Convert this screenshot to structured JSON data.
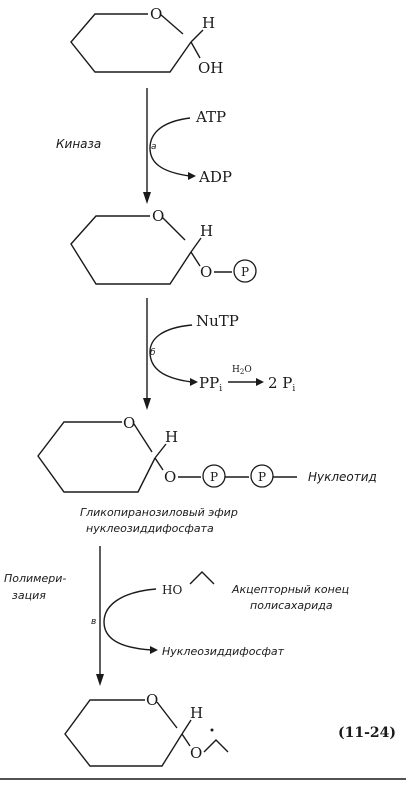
{
  "structure1": {
    "ring_o": "O",
    "h": "H",
    "oh": "OH"
  },
  "step_a": {
    "enzyme": "Киназа",
    "letter": "а",
    "input": "ATP",
    "output": "ADP"
  },
  "structure2": {
    "ring_o": "O",
    "h": "H",
    "o": "O",
    "p": "P"
  },
  "step_b": {
    "letter": "б",
    "input": "NuTP",
    "output_main": "PP",
    "output_main_sub": "i",
    "arrow_label_main": "H",
    "arrow_label_sub": "2",
    "arrow_label_end": "O",
    "product_coef": "2 P",
    "product_sub": "i"
  },
  "structure3": {
    "ring_o": "O",
    "h": "H",
    "o": "O",
    "p1": "P",
    "p2": "P",
    "nucleotide": "Нуклеотид",
    "caption_line1": "Гликопиранозиловый эфир",
    "caption_line2": "нуклеозиддифосфата"
  },
  "step_c": {
    "label_line1": "Полимери-",
    "label_line2": "зация",
    "letter": "в",
    "input_ho": "HO",
    "acceptor_line1": "Акцепторный конец",
    "acceptor_line2": "полисахарида",
    "output": "Нуклеозиддифосфат"
  },
  "structure4": {
    "ring_o": "O",
    "h": "H",
    "o": "O"
  },
  "equation_number": "(11-24)"
}
